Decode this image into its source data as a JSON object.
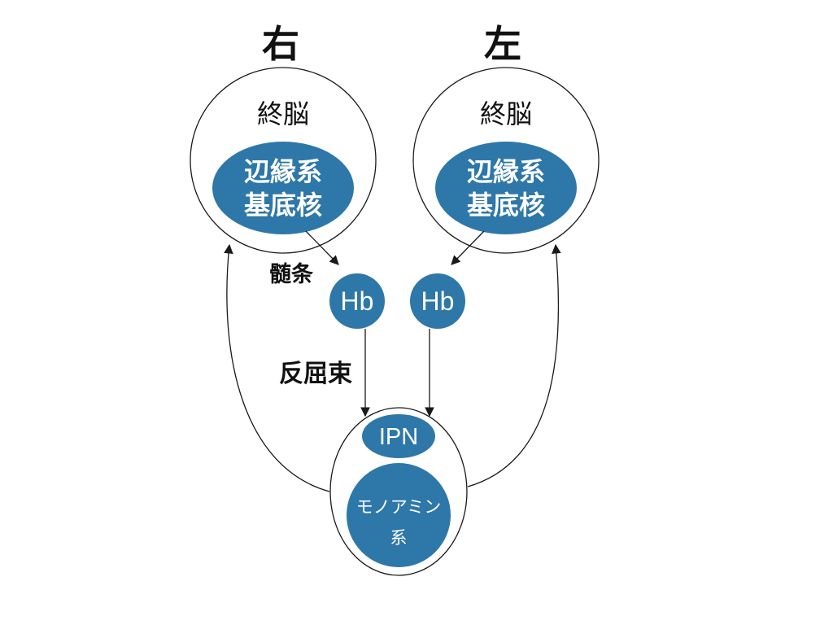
{
  "sides": {
    "right": "右",
    "left": "左"
  },
  "telencephalon": {
    "right": {
      "label": "終脳",
      "inner_line1": "辺縁系",
      "inner_line2": "基底核"
    },
    "left": {
      "label": "終脳",
      "inner_line1": "辺縁系",
      "inner_line2": "基底核"
    }
  },
  "habenula": {
    "right": "Hb",
    "left": "Hb"
  },
  "tracts": {
    "stria_medullaris": "髄条",
    "fasciculus_retroflexus": "反屈束"
  },
  "midbrain": {
    "ipn": "IPN",
    "monoamine_line1": "モノアミン",
    "monoamine_line2": "系"
  },
  "colors": {
    "node_fill": "#2e77a9",
    "outline": "#1a1a1a",
    "background": "#ffffff"
  }
}
